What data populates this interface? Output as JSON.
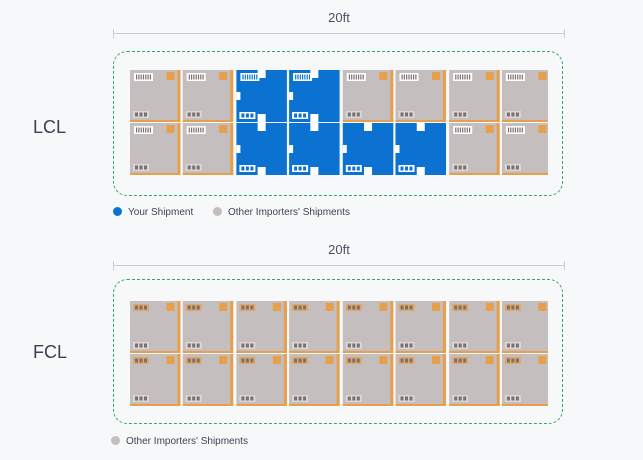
{
  "lcl": {
    "dimension": "20ft",
    "mode": "LCL",
    "legend": [
      {
        "label": "Your Shipment",
        "color": "#0b72d1"
      },
      {
        "label": "Other Importers' Shipments",
        "color": "#c4bebe"
      }
    ]
  },
  "fcl": {
    "dimension": "20ft",
    "mode": "FCL",
    "legend": [
      {
        "label": "Other Importers' Shipments",
        "color": "#c4bebe"
      }
    ]
  },
  "colors": {
    "accent": "#0b72d1",
    "box": "#c4bebe",
    "tape": "#e6a04c",
    "border": "#34a86a"
  },
  "icons": [
    "barcode-label-icon",
    "handling-symbols-icon",
    "package-tape-icon"
  ]
}
